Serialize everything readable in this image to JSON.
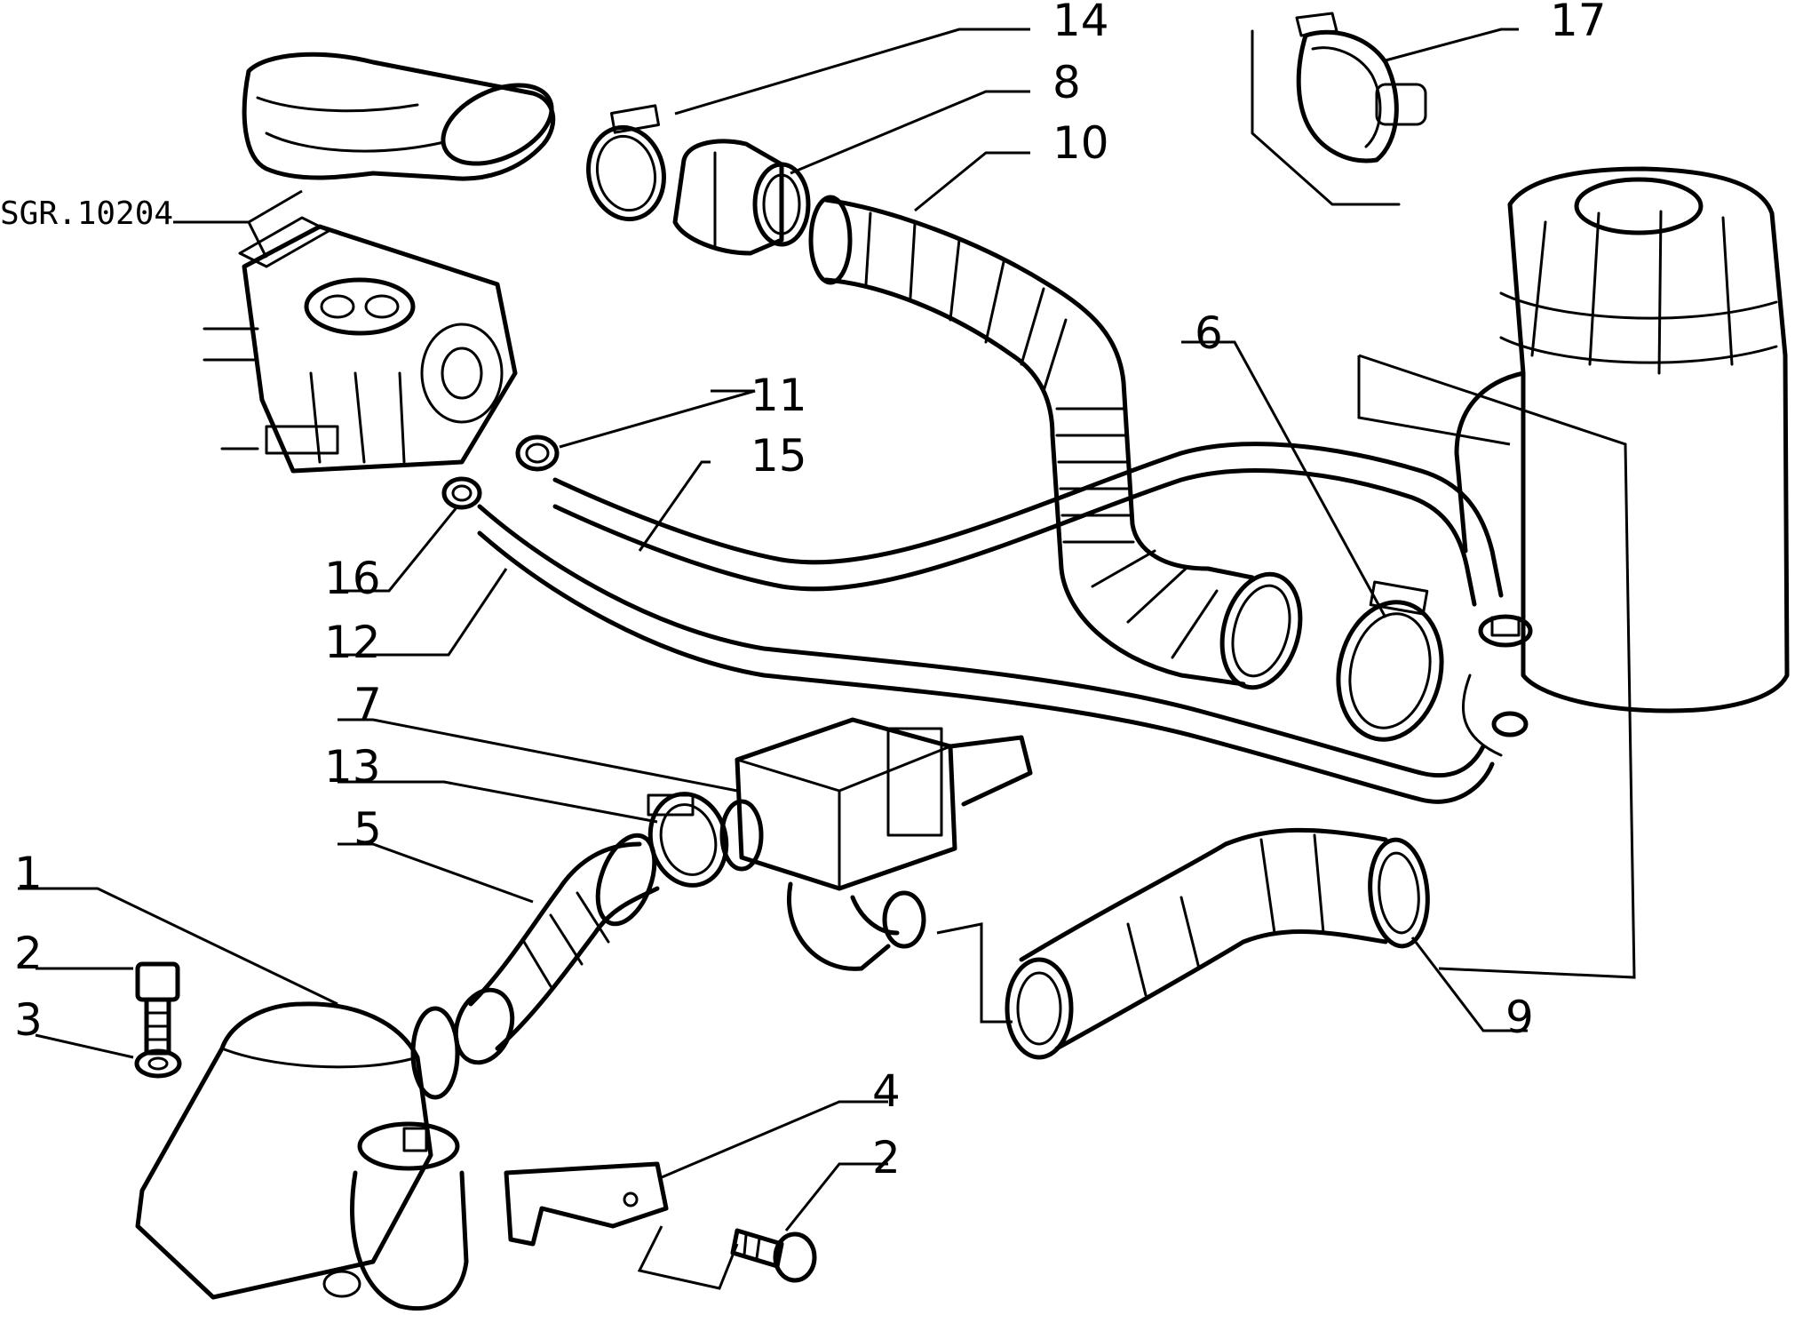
{
  "reference_label": "SGR.10204",
  "callouts": [
    {
      "id": "c14",
      "text": "14"
    },
    {
      "id": "c8",
      "text": "8"
    },
    {
      "id": "c10",
      "text": "10"
    },
    {
      "id": "c17",
      "text": "17"
    },
    {
      "id": "c6",
      "text": "6"
    },
    {
      "id": "c11",
      "text": "11"
    },
    {
      "id": "c15",
      "text": "15"
    },
    {
      "id": "c16",
      "text": "16"
    },
    {
      "id": "c12",
      "text": "12"
    },
    {
      "id": "c7",
      "text": "7"
    },
    {
      "id": "c13",
      "text": "13"
    },
    {
      "id": "c5",
      "text": "5"
    },
    {
      "id": "c1",
      "text": "1"
    },
    {
      "id": "c2a",
      "text": "2"
    },
    {
      "id": "c3",
      "text": "3"
    },
    {
      "id": "c9",
      "text": "9"
    },
    {
      "id": "c4",
      "text": "4"
    },
    {
      "id": "c2b",
      "text": "2"
    }
  ]
}
